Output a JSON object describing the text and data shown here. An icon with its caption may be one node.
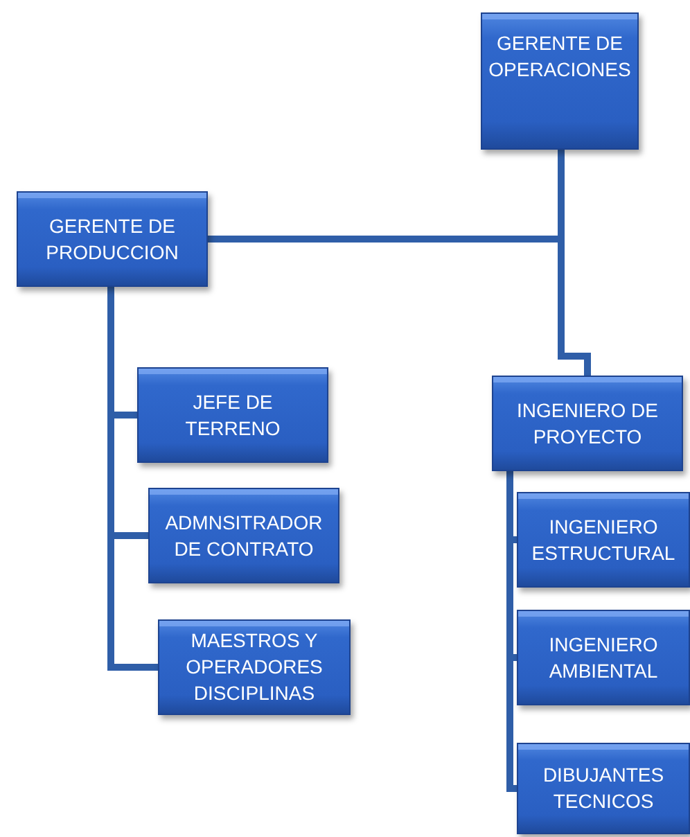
{
  "diagram": {
    "nodes": [
      {
        "text": [
          "GERENTE DE OPERACIONES"
        ]
      },
      {
        "text": [
          "GERENTE DE PRODUCCION"
        ]
      },
      {
        "text": [
          "JEFE DE TERRENO"
        ]
      },
      {
        "text": [
          "ADMNSITRADOR DE CONTRATO"
        ]
      },
      {
        "text": [
          "MAESTROS Y OPERADORES DISCIPLINAS"
        ]
      },
      {
        "text": [
          "INGENIERO DE PROYECTO"
        ]
      },
      {
        "text": [
          "INGENIERO ESTRUCTURAL"
        ]
      },
      {
        "text": [
          "INGENIERO AMBIENTAL"
        ]
      },
      {
        "text": [
          "DIBUJANTES TECNICOS"
        ]
      }
    ],
    "edges": [
      {
        "from": 0,
        "to": 1,
        "arrow": "none"
      },
      {
        "from": 0,
        "to": 5,
        "arrow": "none"
      },
      {
        "from": 1,
        "to": 2,
        "arrow": "none"
      },
      {
        "from": 1,
        "to": 3,
        "arrow": "none"
      },
      {
        "from": 1,
        "to": 4,
        "arrow": "none"
      },
      {
        "from": 5,
        "to": 6,
        "arrow": "none"
      },
      {
        "from": 5,
        "to": 7,
        "arrow": "none"
      },
      {
        "from": 5,
        "to": 8,
        "arrow": "none"
      }
    ]
  }
}
